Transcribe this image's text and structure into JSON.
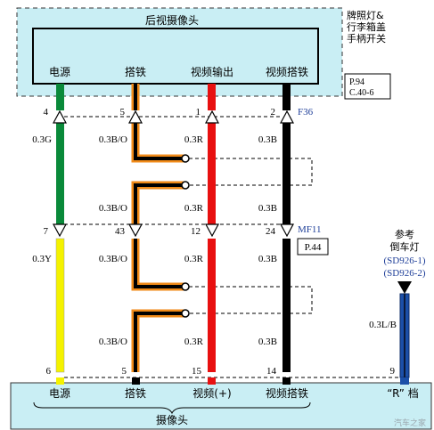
{
  "camera_unit": {
    "title": "后视摄像头",
    "pins": [
      "电源",
      "搭铁",
      "视频输出",
      "视频搭铁"
    ],
    "page_ref": "P.94",
    "sub_ref": "C.40-6"
  },
  "side_note": [
    "牌照灯&",
    "行李箱盖",
    "手柄开关"
  ],
  "connector_f36": {
    "name": "F36",
    "pins": [
      "4",
      "5",
      "1",
      "2"
    ],
    "wires": [
      "0.3G",
      "0.3B/O",
      "0.3R",
      "0.3B"
    ]
  },
  "connector_mf11": {
    "name": "MF11",
    "page_ref": "P.44",
    "pins": [
      "7",
      "43",
      "12",
      "24"
    ],
    "wires": [
      "0.3Y",
      "0.3B/O",
      "0.3R",
      "0.3B"
    ]
  },
  "lower_wires": [
    "0.3B/O",
    "0.3R",
    "0.3B"
  ],
  "bottom_pins": [
    "6",
    "5",
    "15",
    "14",
    "9"
  ],
  "reversing_light": {
    "title": [
      "参考",
      "倒车灯"
    ],
    "refs": [
      "(SD926-1)",
      "(SD926-2)"
    ],
    "wire": "0.3L/B"
  },
  "bottom_unit": {
    "labels": [
      "电源",
      "搭铁",
      "视频(+)",
      "视频搭铁",
      "“R” 档"
    ],
    "title": "摄像头"
  },
  "watermark": "汽车之家",
  "colors": {
    "wire_green": "#0a8a3a",
    "wire_yellow": "#f4f200",
    "wire_red": "#e81010",
    "wire_black": "#000000",
    "wire_orange": "#f08a18",
    "wire_blue": "#1b4fa8",
    "panel_fill": "#c9eef4",
    "ref_blue": "#1f3f99"
  }
}
